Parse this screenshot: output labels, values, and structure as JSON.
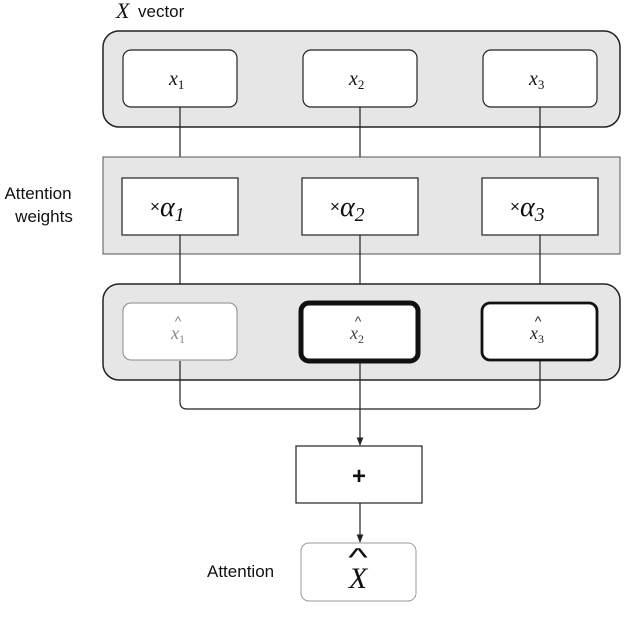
{
  "header": {
    "vector_symbol": "X",
    "vector_word": "vector"
  },
  "side_labels": {
    "attention_weights_line1": "Attention",
    "attention_weights_line2": "weights",
    "attention_output": "Attention"
  },
  "inputs": [
    {
      "base": "x",
      "sub": "1"
    },
    {
      "base": "x",
      "sub": "2"
    },
    {
      "base": "x",
      "sub": "3"
    }
  ],
  "weights": [
    {
      "times": "×",
      "base": "α",
      "sub": "1"
    },
    {
      "times": "×",
      "base": "α",
      "sub": "2"
    },
    {
      "times": "×",
      "base": "α",
      "sub": "3"
    }
  ],
  "weighted": [
    {
      "base": "x",
      "sub": "1",
      "hat": "^",
      "emphasis": "light"
    },
    {
      "base": "x",
      "sub": "2",
      "hat": "^",
      "emphasis": "heavy"
    },
    {
      "base": "x",
      "sub": "3",
      "hat": "^",
      "emphasis": "medium"
    }
  ],
  "sum_box": {
    "symbol": "+"
  },
  "output_box": {
    "symbol": "X",
    "hat": "^"
  },
  "colors": {
    "group_fill": "#e6e6e6",
    "stroke": "#222222",
    "light_stroke": "#888888",
    "text": "#111111"
  }
}
